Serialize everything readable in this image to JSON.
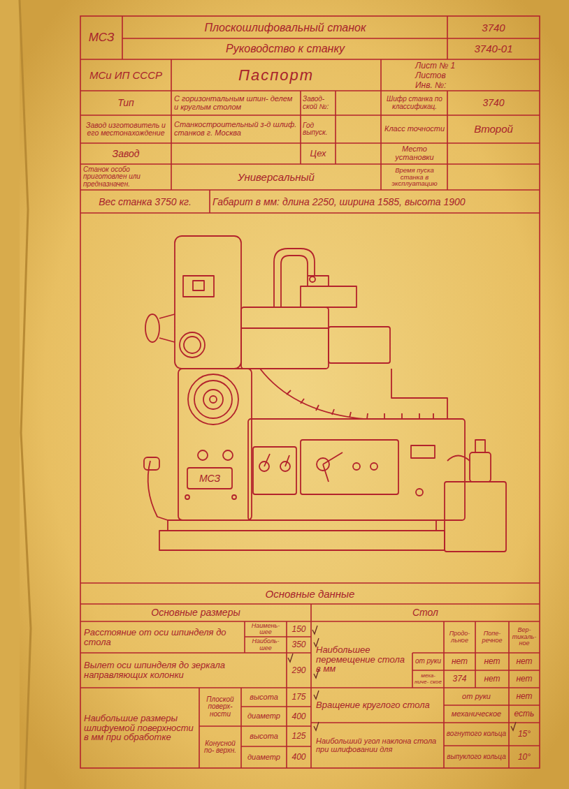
{
  "diagram": {
    "title": "Паспорт",
    "labels": [
      "МСЗ",
      "Плоскошлифовальный станок",
      "3740",
      "Руководство к станку",
      "3740-01",
      "МСи ИП СССР",
      "Лист № 1",
      "Листов",
      "Инв. №:",
      "Тип",
      "С горизонтальным шпин- делем и круглым столом",
      "Завод- ской №:",
      "Шифр станка по классификац.",
      "3740",
      "Завод изготовитель и его местонахождение",
      "Станкостроительный з-д шлиф. станков г. Москва",
      "Год выпуск.",
      "Класс точности",
      "Второй",
      "Завод",
      "Цех",
      "Место установки",
      "Станок особо приготовлен или предназначен.",
      "Универсальный",
      "Время пуска станка в эксплуатацию",
      "Вес станка 3750 кг.",
      "Габарит в мм: длина 2250, ширина 1585, высота 1900",
      "МСЗ",
      "Основные данные",
      "Основные размеры",
      "Стол",
      "Расстояние от оси шпинделя до стола",
      "Наимень- шее",
      "150",
      "Наиболь- шее",
      "350",
      "Вылет оси шпинделя до зеркала направляющих колонки",
      "290",
      "Наибольшие размеры шлифуемой поверхности в мм при обработке",
      "Плоской поверх- ности",
      "высота",
      "175",
      "диаметр",
      "400",
      "Конусной по- верхн.",
      "высота",
      "125",
      "диаметр",
      "400",
      "Продо- льное",
      "Попе- речное",
      "Вер- тикаль- ное",
      "Наибольшее перемещение стола в мм",
      "от руки",
      "нет",
      "нет",
      "нет",
      "меха- ниче- ское",
      "374",
      "нет",
      "нет",
      "Вращение круглого стола",
      "от руки",
      "нет",
      "механическое",
      "есть",
      "Наибольший угол наклона стола при шлифовании для",
      "вогнутого кольца",
      "15°",
      "выпуклого кольца",
      "10°"
    ]
  }
}
